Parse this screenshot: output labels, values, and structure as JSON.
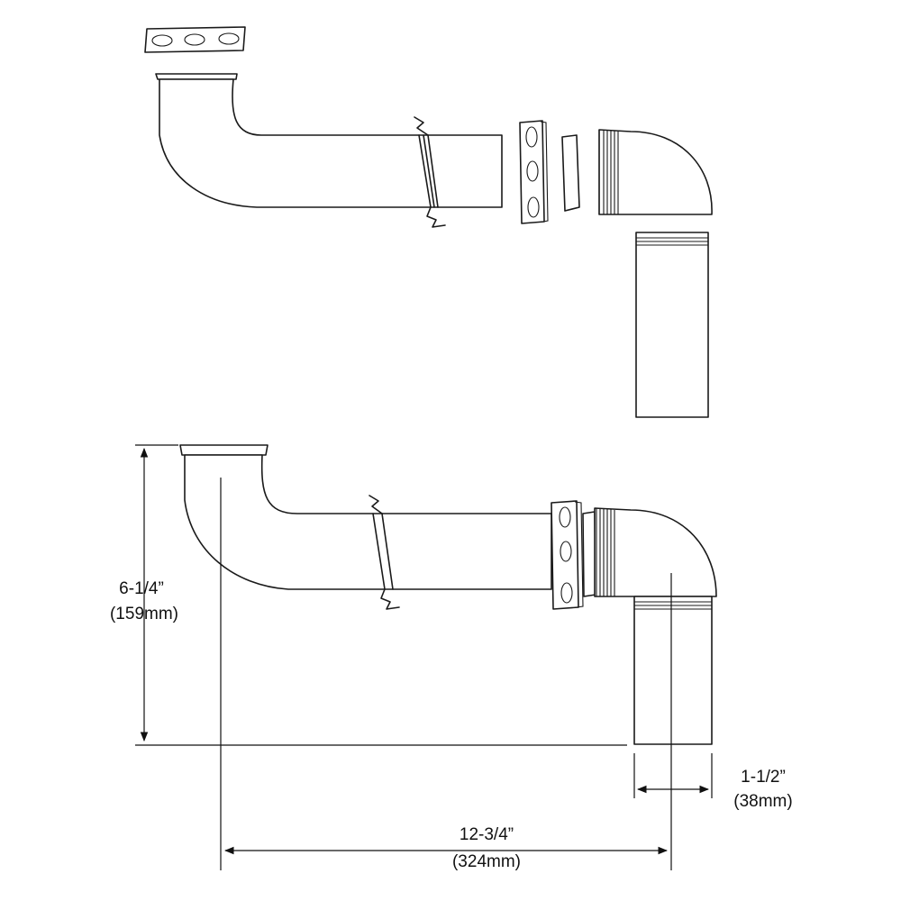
{
  "dimensions": {
    "height": {
      "imperial": "6-1/4”",
      "metric": "(159mm)"
    },
    "length": {
      "imperial": "12-3/4”",
      "metric": "(324mm)"
    },
    "diameter": {
      "imperial": "1-1/2”",
      "metric": "(38mm)"
    }
  }
}
